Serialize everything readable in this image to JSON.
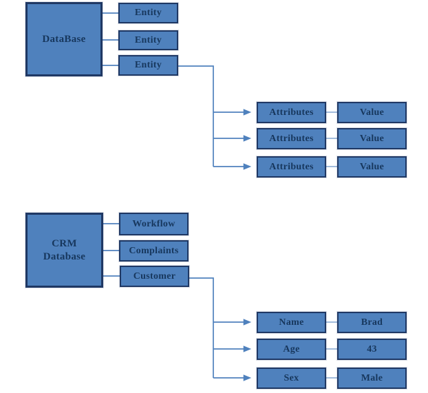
{
  "diagram": {
    "generic_db": {
      "root_label": "DataBase",
      "entities": [
        "Entity",
        "Entity",
        "Entity"
      ],
      "attribute_rows": [
        {
          "key": "Attributes",
          "value": "Value"
        },
        {
          "key": "Attributes",
          "value": "Value"
        },
        {
          "key": "Attributes",
          "value": "Value"
        }
      ]
    },
    "crm_db": {
      "root_label": "CRM\nDatabase",
      "entities": [
        "Workflow",
        "Complaints",
        "Customer"
      ],
      "attribute_rows": [
        {
          "key": "Name",
          "value": "Brad"
        },
        {
          "key": "Age",
          "value": "43"
        },
        {
          "key": "Sex",
          "value": "Male"
        }
      ]
    },
    "colors": {
      "box_fill": "#4f81bd",
      "box_border": "#1f3864",
      "label_text": "#17375d",
      "connector": "#4f81bd",
      "connector_light": "#95b3d7"
    }
  }
}
